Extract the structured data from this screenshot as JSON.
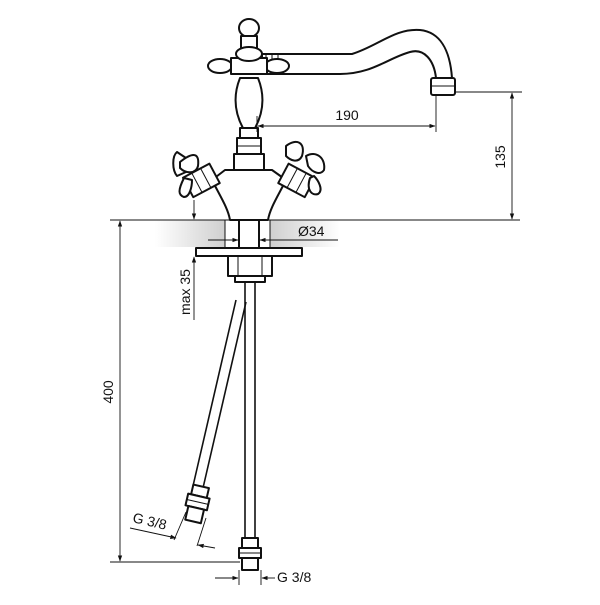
{
  "dimensions": {
    "spout_reach": "190",
    "spout_height": "135",
    "hole_diameter": "Ø34",
    "max_deck_thickness": "max 35",
    "hose_length": "400",
    "connector_left": "G 3/8",
    "connector_right": "G 3/8"
  },
  "colors": {
    "line": "#111111",
    "background": "#ffffff",
    "deck_shade": "#d9d9d9"
  }
}
